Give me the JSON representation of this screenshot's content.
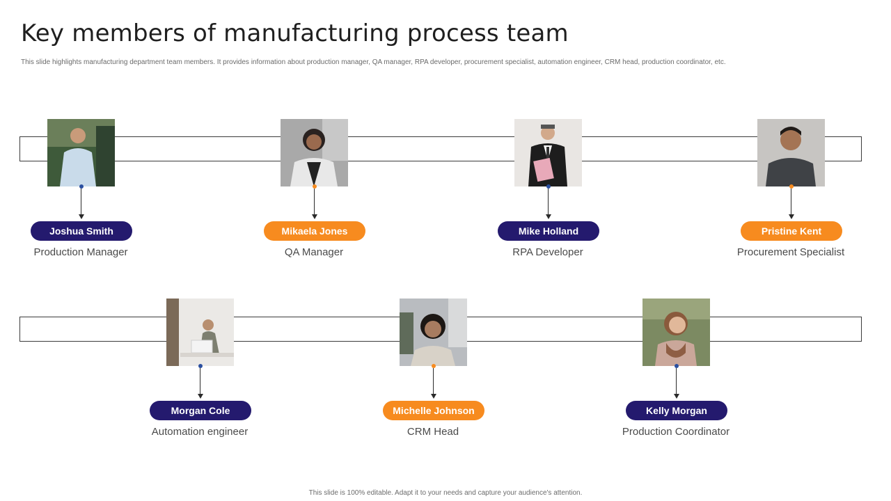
{
  "title": "Key members of manufacturing process team",
  "subtitle": "This slide highlights manufacturing department team members. It provides information about production manager, QA manager, RPA developer, procurement specialist, automation engineer, CRM  head, production coordinator, etc.",
  "footer": "This slide is 100% editable. Adapt it to your needs and capture your audience's attention.",
  "colors": {
    "navy": "#241a6e",
    "orange": "#f78b1f",
    "dot_blue": "#2a4fa0",
    "dot_orange": "#f78b1f"
  },
  "members": [
    {
      "name": "Joshua Smith",
      "role": "Production Manager",
      "accent": "navy",
      "photo_icon": "person-photo-icon"
    },
    {
      "name": "Mikaela Jones",
      "role": "QA Manager",
      "accent": "orange",
      "photo_icon": "person-photo-icon"
    },
    {
      "name": "Mike Holland",
      "role": "RPA Developer",
      "accent": "navy",
      "photo_icon": "person-photo-icon"
    },
    {
      "name": "Pristine Kent",
      "role": "Procurement Specialist",
      "accent": "orange",
      "photo_icon": "person-photo-icon"
    },
    {
      "name": "Morgan Cole",
      "role": "Automation engineer",
      "accent": "navy",
      "photo_icon": "person-photo-icon"
    },
    {
      "name": "Michelle Johnson",
      "role": "CRM Head",
      "accent": "orange",
      "photo_icon": "person-photo-icon"
    },
    {
      "name": "Kelly Morgan",
      "role": "Production Coordinator",
      "accent": "navy",
      "photo_icon": "person-photo-icon"
    }
  ]
}
